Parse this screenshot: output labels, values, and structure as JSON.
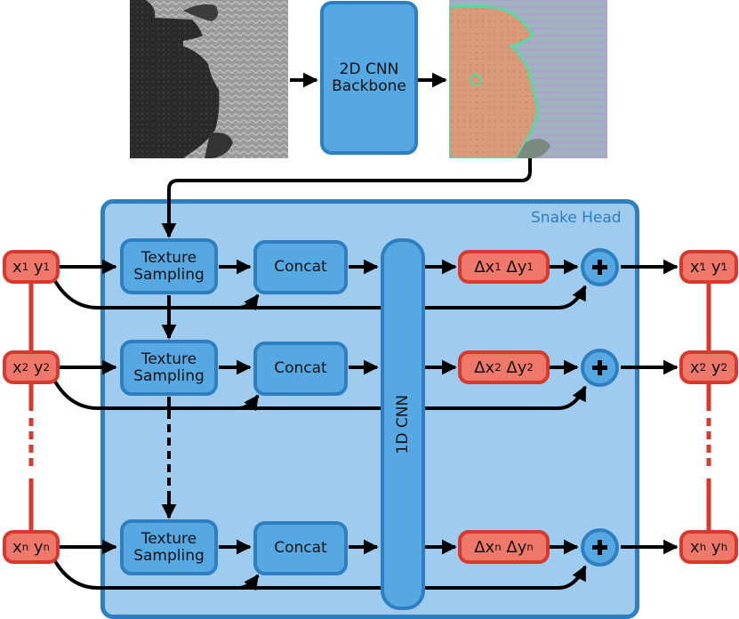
{
  "backbone": {
    "label_line1": "2D CNN",
    "label_line2": "Backbone"
  },
  "head": {
    "title": "Snake Head"
  },
  "cnn1d": {
    "label": "1D CNN"
  },
  "texture_sampling": {
    "line1": "Texture",
    "line2": "Sampling"
  },
  "concat": {
    "label": "Concat"
  },
  "rows": [
    {
      "sub": "1"
    },
    {
      "sub": "2"
    },
    {
      "sub": "n"
    }
  ],
  "symbols": {
    "x": "x",
    "y": "y",
    "delta": "Δ",
    "prime": "'"
  },
  "colors": {
    "blue_fill": "#56a8e3",
    "blue_border": "#2e7fc2",
    "panel_fill": "#9fcbee",
    "red_fill": "#f0786a",
    "red_border": "#d8392d"
  }
}
